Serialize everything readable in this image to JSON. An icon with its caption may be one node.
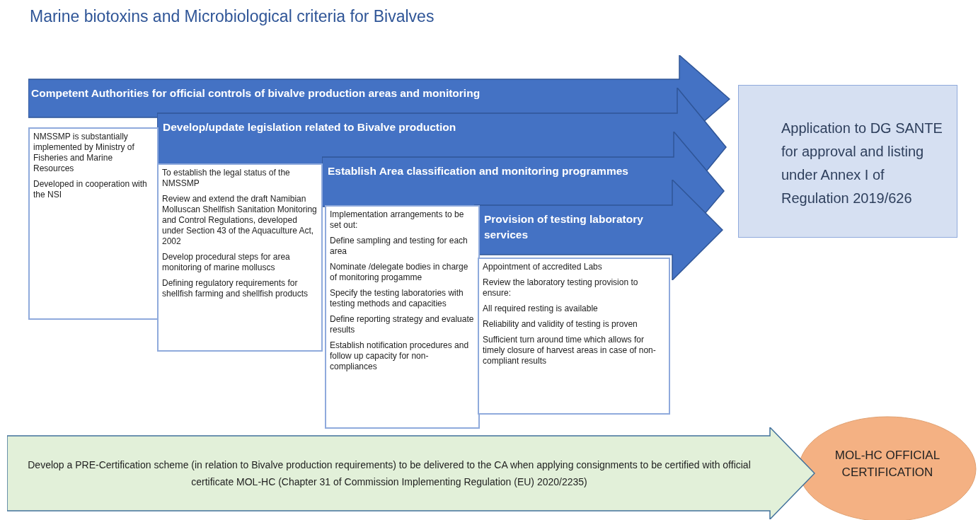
{
  "diagram": {
    "title": "Marine biotoxins and Microbiological criteria for Bivalves",
    "nodes": [
      {
        "text": [
          "Competent Authorities for official controls of bivalve production areas and monitoring"
        ]
      },
      {
        "text": [
          "NMSSMP is substantially implemented by Ministry of Fisheries and Marine Resources",
          "Developed in cooperation with the NSI"
        ]
      },
      {
        "text": [
          "Develop/update legislation related to Bivalve production"
        ]
      },
      {
        "text": [
          "To establish the legal status of the NMSSMP",
          "Review and extend the draft Namibian Molluscan Shellfish Sanitation Monitoring and Control Regulations, developed under Section 43 of the Aquaculture Act, 2002",
          "Develop procedural steps for area monitoring of marine molluscs",
          "Defining regulatory requirements for shellfish farming and shellfish products"
        ]
      },
      {
        "text": [
          "Establish Area classification and monitoring programmes"
        ]
      },
      {
        "text": [
          "Implementation arrangements to be set out:",
          "Define sampling and testing for each area",
          "Nominate /delegate bodies in charge of monitoring progamme",
          "Specify the testing laboratories with testing methods and capacities",
          "Define reporting strategy and evaluate results",
          "Establish notification procedures and follow up capacity for non-compliances"
        ]
      },
      {
        "text": [
          "Provision of testing laboratory services"
        ]
      },
      {
        "text": [
          "Appointment of accredited Labs",
          "Review the laboratory testing provision to ensure:",
          "All required resting is available",
          "Reliability and validity of testing is proven",
          "Sufficient turn around time which allows for timely closure of harvest areas in case of non-compliant results"
        ]
      },
      {
        "text": [
          "Application to DG SANTE for approval and listing under Annex I of Regulation 2019/626"
        ]
      },
      {
        "text": [
          "Develop a PRE-Certification scheme (in relation to Bivalve production requirements) to be delivered to the CA when applying consignments to be certified with official certificate MOL-HC (Chapter 31 of Commission Implementing Regulation (EU) 2020/2235)"
        ]
      },
      {
        "text": [
          "MOL-HC OFFICIAL CERTIFICATION"
        ]
      }
    ]
  }
}
